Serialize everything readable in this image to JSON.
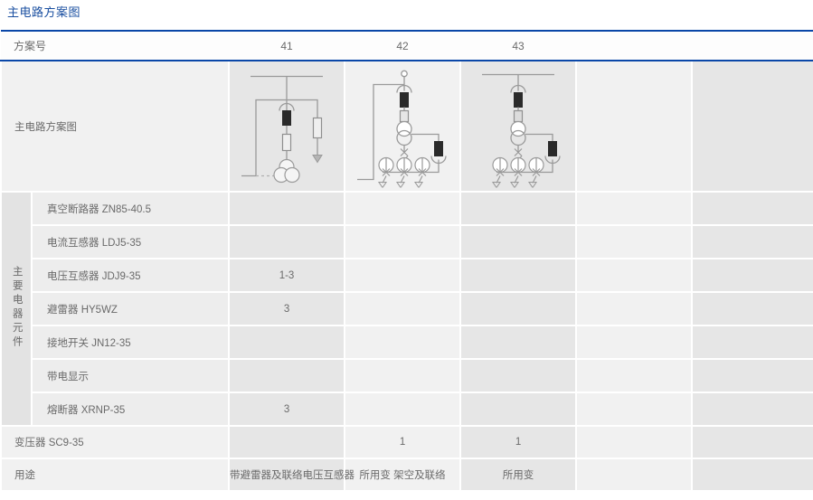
{
  "page": {
    "title": "主电路方案图",
    "accent_color": "#0a47a8",
    "title_color": "#1a4fa0"
  },
  "table": {
    "header": {
      "row_label": "方案号",
      "schemes": [
        "41",
        "42",
        "43",
        "",
        ""
      ]
    },
    "diagram_row": {
      "label": "主电路方案图"
    },
    "group_label": "主要电器元件",
    "component_rows": [
      {
        "label": "真空断路器 ZN85-40.5",
        "values": [
          "",
          "",
          "",
          "",
          ""
        ]
      },
      {
        "label": "电流互感器 LDJ5-35",
        "values": [
          "",
          "",
          "",
          "",
          ""
        ]
      },
      {
        "label": "电压互感器 JDJ9-35",
        "values": [
          "1-3",
          "",
          "",
          "",
          ""
        ]
      },
      {
        "label": "避雷器 HY5WZ",
        "values": [
          "3",
          "",
          "",
          "",
          ""
        ]
      },
      {
        "label": "接地开关 JN12-35",
        "values": [
          "",
          "",
          "",
          "",
          ""
        ]
      },
      {
        "label": "带电显示",
        "values": [
          "",
          "",
          "",
          "",
          ""
        ]
      },
      {
        "label": "熔断器 XRNP-35",
        "values": [
          "3",
          "",
          "",
          "",
          ""
        ]
      }
    ],
    "transformer_row": {
      "label": "变压器 SC9-35",
      "values": [
        "",
        "1",
        "1",
        "",
        ""
      ]
    },
    "usage_row": {
      "label": "用途",
      "values": [
        "带避雷器及联络电压互感器",
        "所用变 架空及联络",
        "所用变",
        "",
        ""
      ]
    }
  },
  "diagrams": {
    "d41": {
      "name": "single-line-diagram-41"
    },
    "d42": {
      "name": "single-line-diagram-42"
    },
    "d43": {
      "name": "single-line-diagram-43"
    }
  }
}
